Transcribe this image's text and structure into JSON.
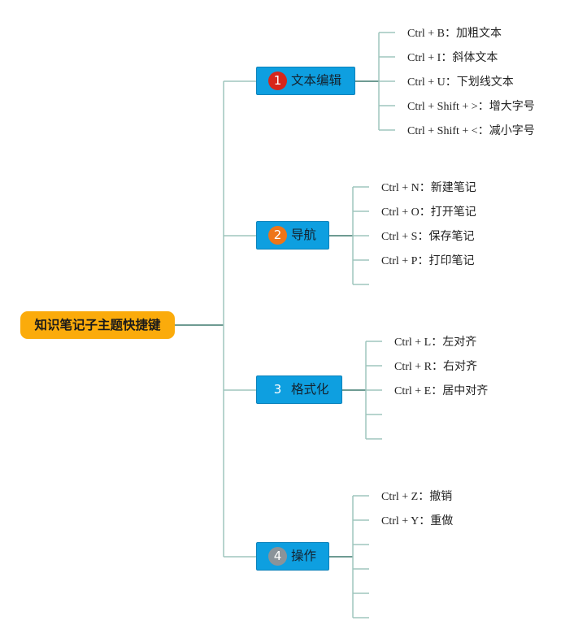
{
  "root": {
    "label": "知识笔记子主题快捷键"
  },
  "branches": [
    {
      "badge": "1",
      "badge_color": "#d7261b",
      "label": "文本编辑",
      "leaves": [
        {
          "key": "Ctrl + B",
          "desc": "加粗文本"
        },
        {
          "key": "Ctrl + I",
          "desc": "斜体文本"
        },
        {
          "key": "Ctrl + U",
          "desc": "下划线文本"
        },
        {
          "key": "Ctrl + Shift + >",
          "desc": "增大字号"
        },
        {
          "key": "Ctrl + Shift + <",
          "desc": "减小字号"
        }
      ]
    },
    {
      "badge": "2",
      "badge_color": "#ee7518",
      "label": "导航",
      "leaves": [
        {
          "key": "Ctrl + N",
          "desc": "新建笔记"
        },
        {
          "key": "Ctrl + O",
          "desc": "打开笔记"
        },
        {
          "key": "Ctrl + S",
          "desc": "保存笔记"
        },
        {
          "key": "Ctrl + P",
          "desc": "打印笔记"
        },
        {
          "key": "",
          "desc": ""
        }
      ]
    },
    {
      "badge": "3",
      "badge_color": "#0e9fe0",
      "label": "格式化",
      "leaves": [
        {
          "key": "Ctrl + L",
          "desc": "左对齐"
        },
        {
          "key": "Ctrl + R",
          "desc": "右对齐"
        },
        {
          "key": "Ctrl + E",
          "desc": "居中对齐"
        },
        {
          "key": "",
          "desc": ""
        },
        {
          "key": "",
          "desc": ""
        }
      ]
    },
    {
      "badge": "4",
      "badge_color": "#8a9399",
      "label": "操作",
      "leaves": [
        {
          "key": "Ctrl + Z",
          "desc": "撤销"
        },
        {
          "key": "Ctrl + Y",
          "desc": "重做"
        },
        {
          "key": "",
          "desc": ""
        },
        {
          "key": "",
          "desc": ""
        },
        {
          "key": "",
          "desc": ""
        },
        {
          "key": "",
          "desc": ""
        }
      ]
    }
  ],
  "colors": {
    "root_fill": "#fbab0b",
    "branch_fill": "#0e9fe0",
    "connector": "#9fc5bd",
    "connector_dark": "#3e7a6e"
  }
}
